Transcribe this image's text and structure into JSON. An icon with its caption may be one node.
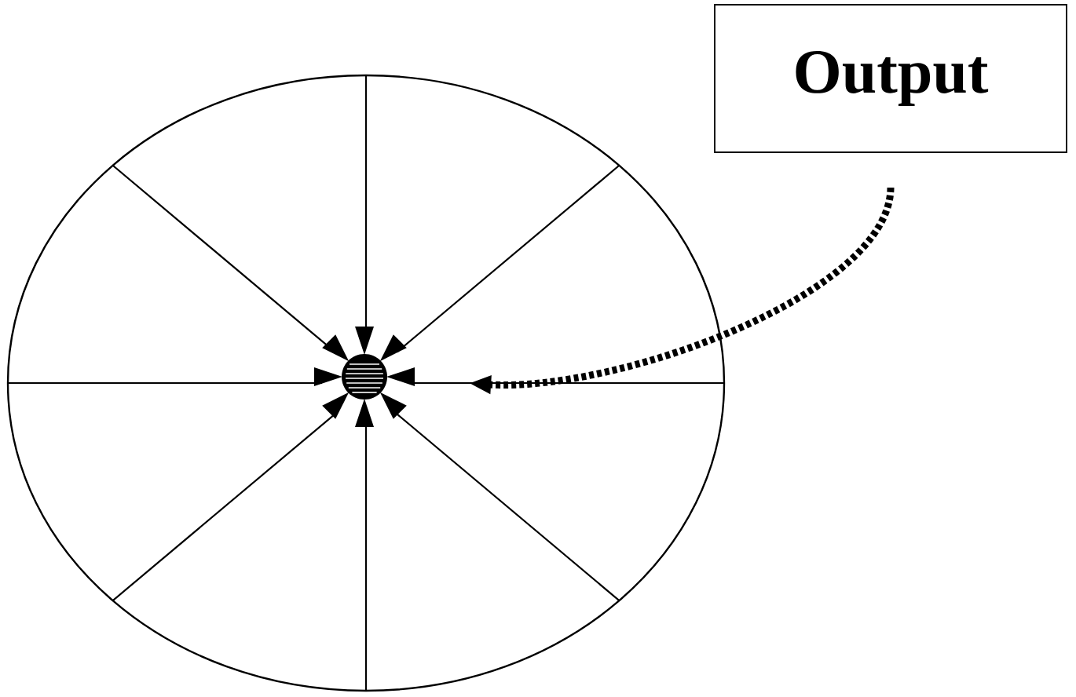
{
  "diagram": {
    "nodes": [
      {
        "text": [
          "Output"
        ]
      },
      {
        "text": [],
        "shape": "circle"
      }
    ],
    "edges": [
      {
        "from": 0,
        "to": 1,
        "arrow": "to",
        "style": "dashed"
      }
    ]
  }
}
